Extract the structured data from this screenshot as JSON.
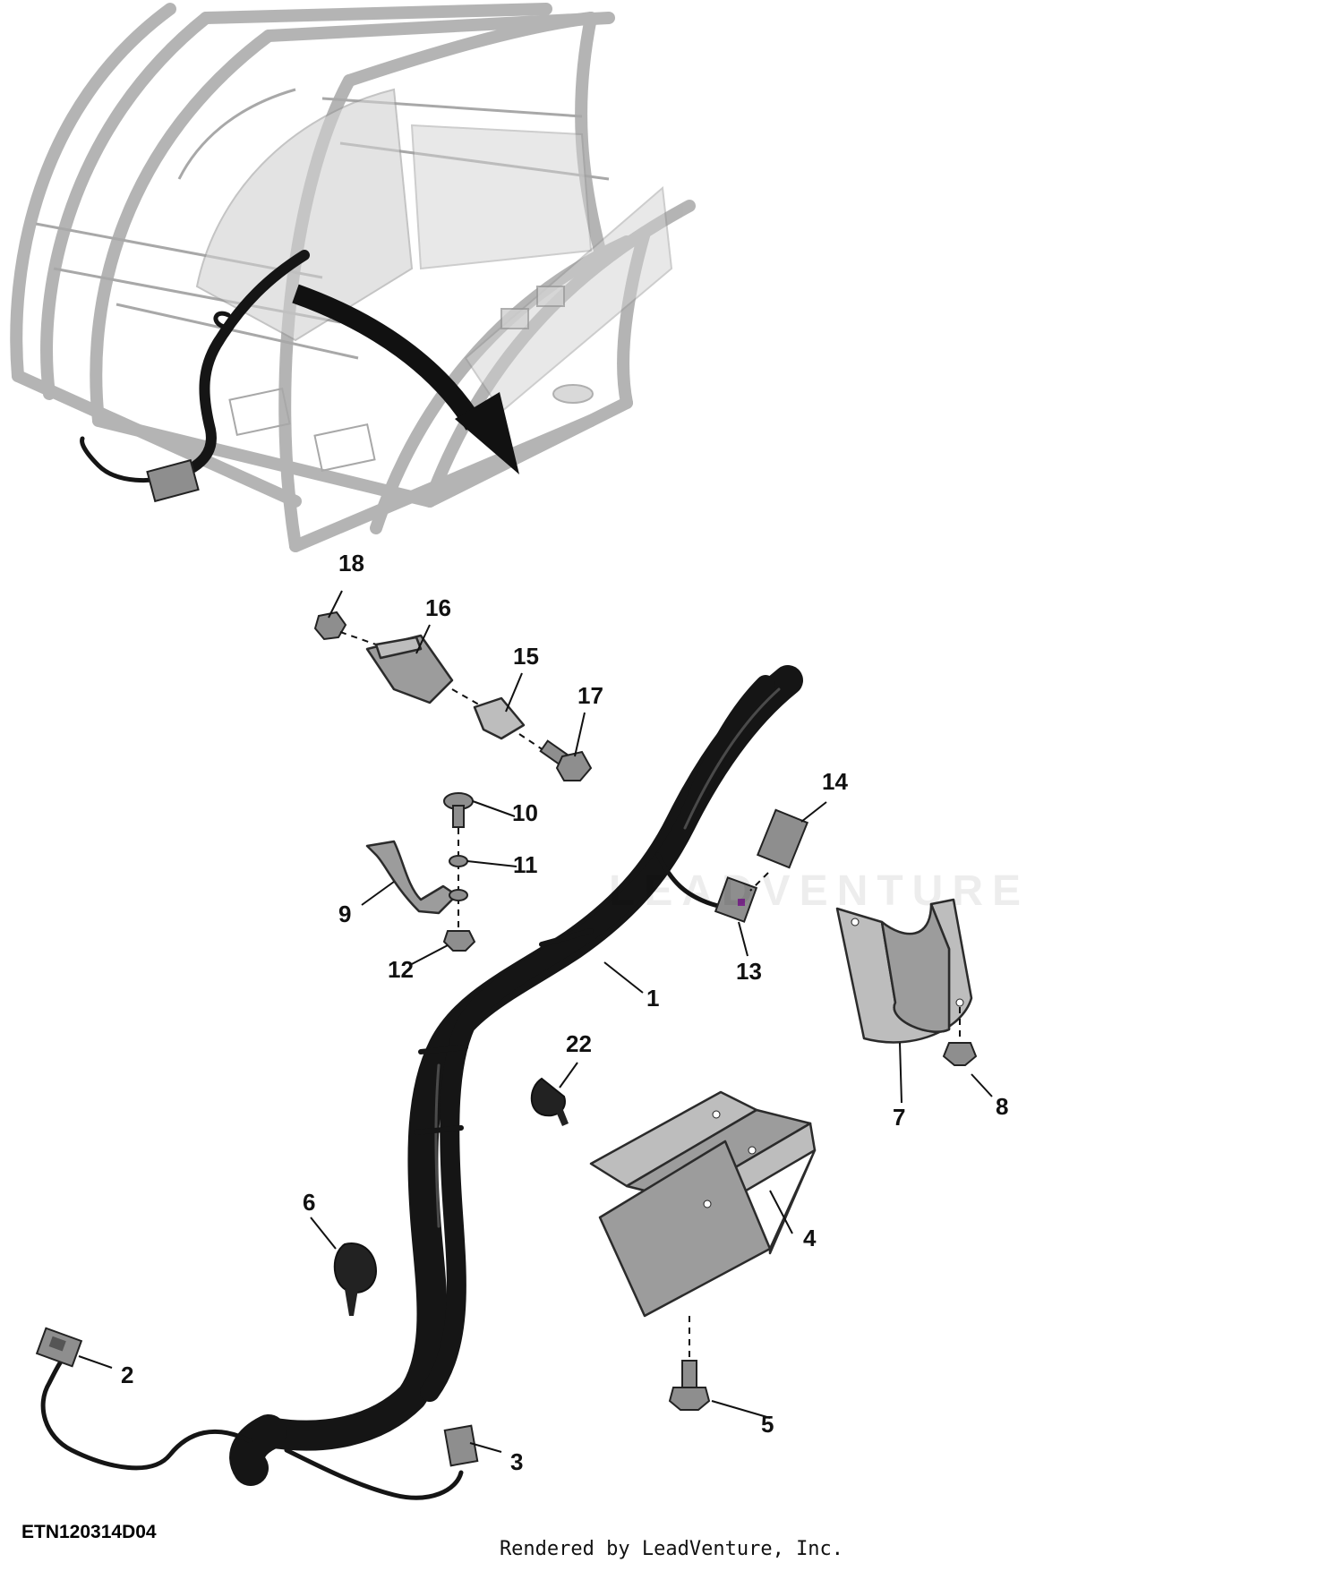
{
  "figure_id": "ETN120314D04",
  "credit": "Rendered by LeadVenture, Inc.",
  "watermark": "LEADVENTURE",
  "callouts": [
    {
      "id": "c1",
      "label": "1"
    },
    {
      "id": "c2",
      "label": "2"
    },
    {
      "id": "c3",
      "label": "3"
    },
    {
      "id": "c4",
      "label": "4"
    },
    {
      "id": "c5",
      "label": "5"
    },
    {
      "id": "c6",
      "label": "6"
    },
    {
      "id": "c7",
      "label": "7"
    },
    {
      "id": "c8",
      "label": "8"
    },
    {
      "id": "c9",
      "label": "9"
    },
    {
      "id": "c10",
      "label": "10"
    },
    {
      "id": "c11",
      "label": "11"
    },
    {
      "id": "c12",
      "label": "12"
    },
    {
      "id": "c13",
      "label": "13"
    },
    {
      "id": "c14",
      "label": "14"
    },
    {
      "id": "c15",
      "label": "15"
    },
    {
      "id": "c16",
      "label": "16"
    },
    {
      "id": "c17",
      "label": "17"
    },
    {
      "id": "c18",
      "label": "18"
    },
    {
      "id": "c22",
      "label": "22"
    }
  ],
  "colors": {
    "harness": "#151515",
    "metal_plate": "#9c9c9c",
    "cab_frame": "#a8a8a8",
    "connector_accent": "#7b2a8c"
  }
}
